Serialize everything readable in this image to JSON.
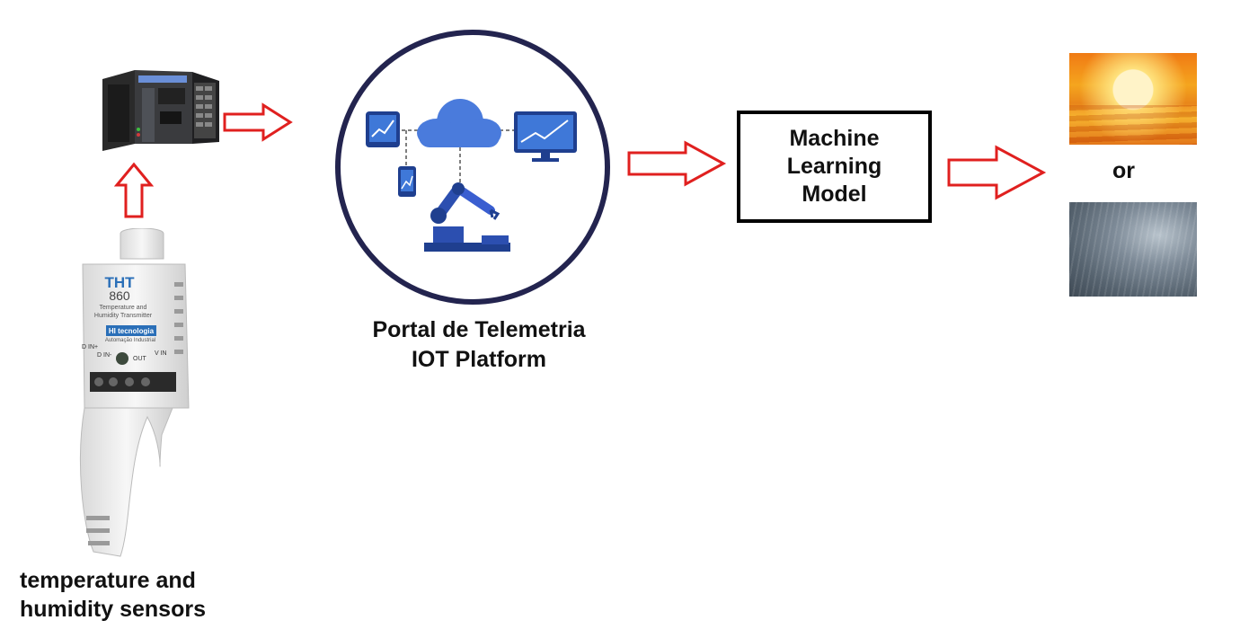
{
  "sensor_label": {
    "line1": "temperature and",
    "line2": "humidity sensors"
  },
  "sensor_device": {
    "model": "THT",
    "model_number": "860",
    "subtitle": "Temperature and Humidity Transmitter",
    "brand": "HI tecnologia",
    "brand_sub": "Automação Industrial",
    "terminals": [
      "D IN+",
      "D IN-",
      "OUT",
      "V IN"
    ]
  },
  "platform_label": {
    "line1": "Portal de Telemetria",
    "line2": "IOT Platform"
  },
  "ml_box": {
    "line1": "Machine",
    "line2": "Learning",
    "line3": "Model"
  },
  "outcome": {
    "or_label": "or"
  },
  "colors": {
    "arrow_red": "#e0201f",
    "circle": "#23244f",
    "cloud": "#4a7bdc",
    "device_blue": "#1f3f8f"
  }
}
